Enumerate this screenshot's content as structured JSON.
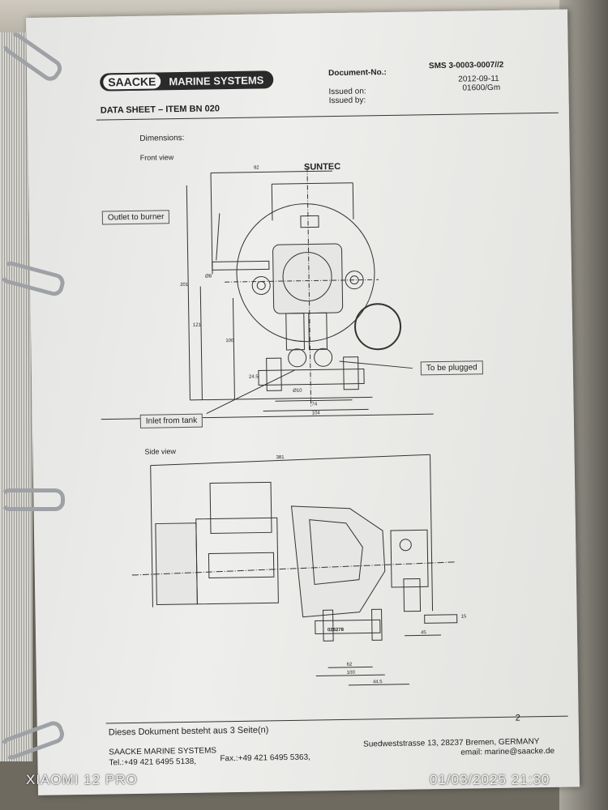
{
  "header": {
    "logo_left": "SAACKE",
    "logo_right": "MARINE SYSTEMS",
    "title": "DATA SHEET – ITEM BN 020",
    "document_no_label": "Document-No.:",
    "document_no": "SMS 3-0003-0007//2",
    "issued_on_label": "Issued on:",
    "issued_on": "2012-09-11",
    "issued_by_label": "Issued by:",
    "issued_by": "01600/Gm"
  },
  "body": {
    "section": "Dimensions:",
    "front_view": {
      "label": "Front view",
      "callouts": [
        "Outlet to burner",
        "To be plugged",
        "Inlet from tank"
      ],
      "brand": "SUNTEC",
      "dimensions": [
        "92",
        "201",
        "121",
        "100",
        "Ø8",
        "24.5",
        "Ø10",
        "74",
        "104"
      ]
    },
    "side_view": {
      "label": "Side view",
      "plate": "028278",
      "dimensions": [
        "381",
        "62",
        "100",
        "44.5",
        "45",
        "15"
      ]
    }
  },
  "footer": {
    "pages_note": "Dieses Dokument besteht aus 3 Seite(n)",
    "page_number": "2",
    "company": "SAACKE MARINE SYSTEMS",
    "tel": "Tel.:+49 421 6495 5138,",
    "fax": "Fax.:+49 421 6495 5363,",
    "address": "Suedweststrasse 13,  28237 Bremen,   GERMANY",
    "email": "email: marine@saacke.de"
  },
  "camera": {
    "model": "XIAOMI 12 PRO",
    "timestamp": "01/03/2025  21:30"
  }
}
